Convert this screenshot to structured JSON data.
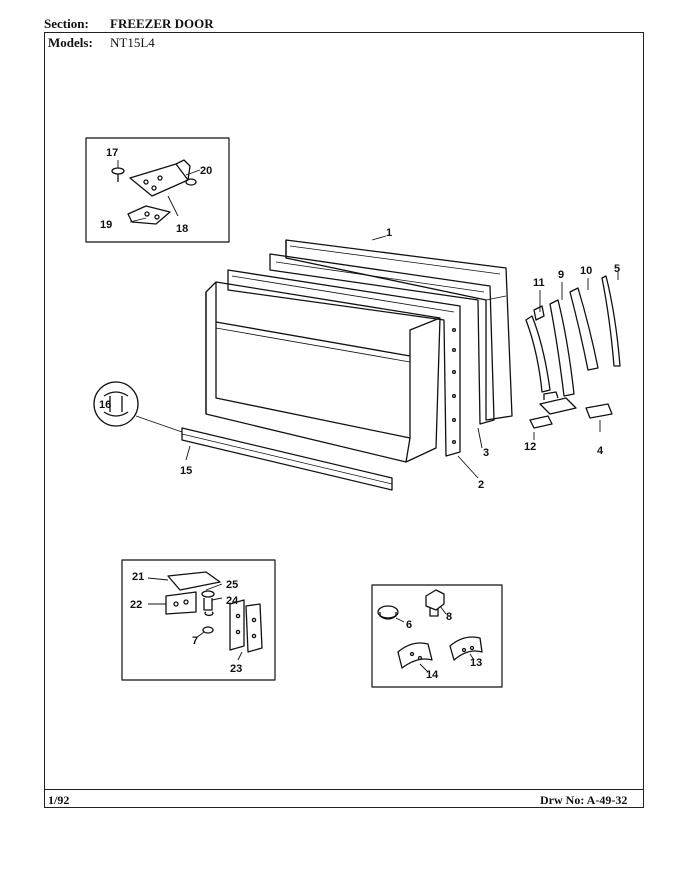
{
  "header": {
    "section_label": "Section:",
    "section_value": "FREEZER DOOR",
    "models_label": "Models:",
    "models_value": "NT15L4"
  },
  "footer": {
    "date": "1/92",
    "drawing_number": "Drw No: A-49-32"
  },
  "callouts": {
    "p1": "1",
    "p2": "2",
    "p3": "3",
    "p4": "4",
    "p5": "5",
    "p6": "6",
    "p7": "7",
    "p8": "8",
    "p9": "9",
    "p10": "10",
    "p11": "11",
    "p12": "12",
    "p13": "13",
    "p14": "14",
    "p15": "15",
    "p16": "16",
    "p17": "17",
    "p18": "18",
    "p19": "19",
    "p20": "20",
    "p21": "21",
    "p22": "22",
    "p23": "23",
    "p24": "24",
    "p25": "25"
  }
}
